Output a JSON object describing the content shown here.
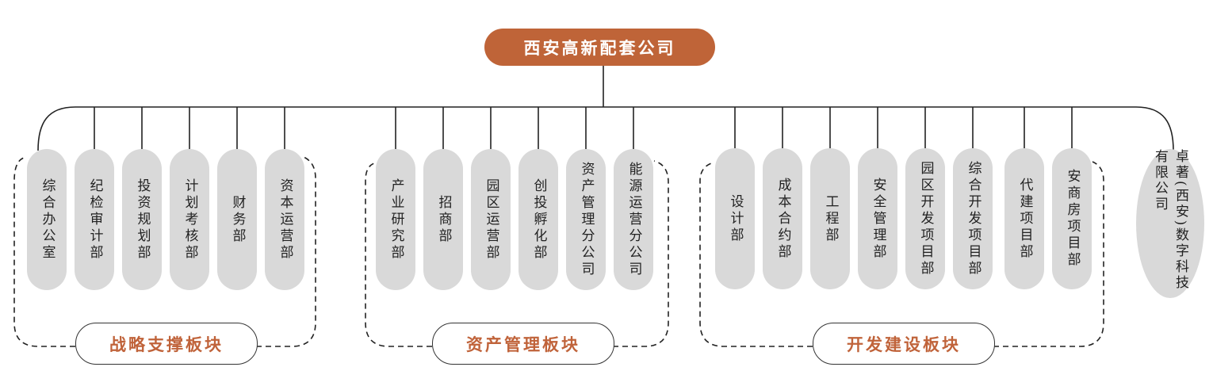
{
  "root": {
    "label": "西安高新配套公司",
    "color": "#bf6438"
  },
  "segments": [
    {
      "label": "战略支撑板块",
      "departments": [
        "综合办公室",
        "纪检审计部",
        "投资规划部",
        "计划考核部",
        "财务部",
        "资本运营部"
      ]
    },
    {
      "label": "资产管理板块",
      "departments": [
        "产业研究部",
        "招商部",
        "园区运营部",
        "创投孵化部",
        "资产管理分公司",
        "能源运营分公司"
      ]
    },
    {
      "label": "开发建设板块",
      "departments": [
        "设计部",
        "成本合约部",
        "工程部",
        "安全管理部",
        "园区开发项目部",
        "综合开发项目部",
        "代建项目部",
        "安商房项目部"
      ]
    }
  ],
  "subsidiary": {
    "label": "卓著(西安)数字科技有限公司"
  }
}
